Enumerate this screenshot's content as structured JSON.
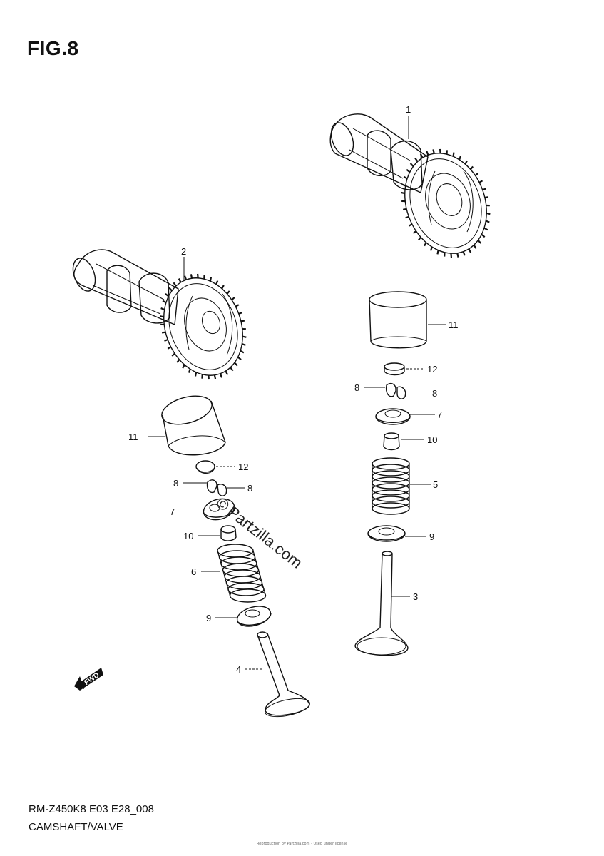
{
  "figure": {
    "title": "FIG.8"
  },
  "footer": {
    "model": "RM-Z450K8 E03 E28_008",
    "name": "CAMSHAFT/VALVE",
    "tiny": "Reproduction by Partzilla.com - Used under license"
  },
  "watermark": {
    "symbol": "©",
    "text": "Partzilla.com"
  },
  "fwd_label": "FWD",
  "callouts": {
    "c1": "1",
    "c2": "2",
    "c3": "3",
    "c4": "4",
    "c5": "5",
    "c6": "6",
    "c7a": "7",
    "c7b": "7",
    "c8a": "8",
    "c8b": "8",
    "c8c": "8",
    "c8d": "8",
    "c9a": "9",
    "c9b": "9",
    "c10a": "10",
    "c10b": "10",
    "c11a": "11",
    "c11b": "11",
    "c12a": "12",
    "c12b": "12"
  },
  "parts": [
    {
      "no": "1",
      "icon": "camshaft-exhaust"
    },
    {
      "no": "2",
      "icon": "camshaft-intake"
    },
    {
      "no": "3",
      "icon": "valve"
    },
    {
      "no": "4",
      "icon": "valve"
    },
    {
      "no": "5",
      "icon": "valve-spring"
    },
    {
      "no": "6",
      "icon": "valve-spring"
    },
    {
      "no": "7",
      "icon": "spring-retainer"
    },
    {
      "no": "8",
      "icon": "cotter"
    },
    {
      "no": "9",
      "icon": "spring-seat"
    },
    {
      "no": "10",
      "icon": "stem-seal"
    },
    {
      "no": "11",
      "icon": "tappet"
    },
    {
      "no": "12",
      "icon": "shim"
    }
  ]
}
